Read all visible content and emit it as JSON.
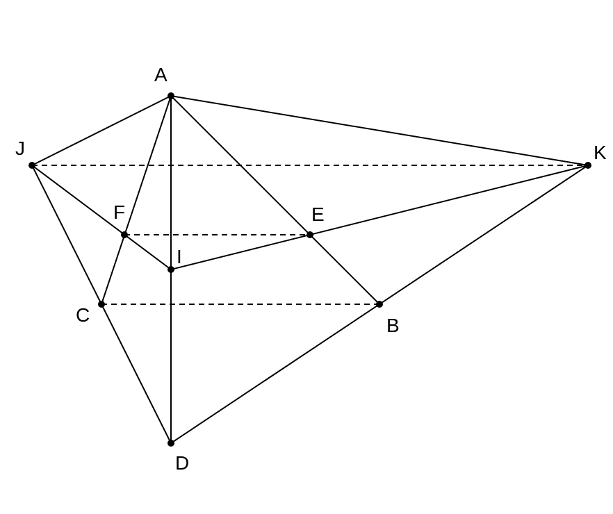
{
  "diagram": {
    "points": [
      {
        "id": "A",
        "label": "A"
      },
      {
        "id": "B",
        "label": "B"
      },
      {
        "id": "C",
        "label": "C"
      },
      {
        "id": "D",
        "label": "D"
      },
      {
        "id": "E",
        "label": "E"
      },
      {
        "id": "F",
        "label": "F"
      },
      {
        "id": "I",
        "label": "I"
      },
      {
        "id": "J",
        "label": "J"
      },
      {
        "id": "K",
        "label": "K"
      }
    ],
    "segments": [
      {
        "from": "A",
        "to": "J",
        "style": "solid"
      },
      {
        "from": "A",
        "to": "K",
        "style": "solid"
      },
      {
        "from": "A",
        "to": "D",
        "style": "solid"
      },
      {
        "from": "A",
        "to": "C",
        "style": "solid"
      },
      {
        "from": "A",
        "to": "B",
        "style": "solid"
      },
      {
        "from": "J",
        "to": "D",
        "style": "solid"
      },
      {
        "from": "J",
        "to": "I",
        "style": "solid"
      },
      {
        "from": "I",
        "to": "K",
        "style": "solid"
      },
      {
        "from": "D",
        "to": "K",
        "style": "solid"
      },
      {
        "from": "J",
        "to": "K",
        "style": "dashed"
      },
      {
        "from": "F",
        "to": "E",
        "style": "dashed"
      },
      {
        "from": "C",
        "to": "B",
        "style": "dashed"
      }
    ],
    "colors": {
      "stroke": "#000000",
      "point": "#000000",
      "background": "#ffffff"
    }
  }
}
